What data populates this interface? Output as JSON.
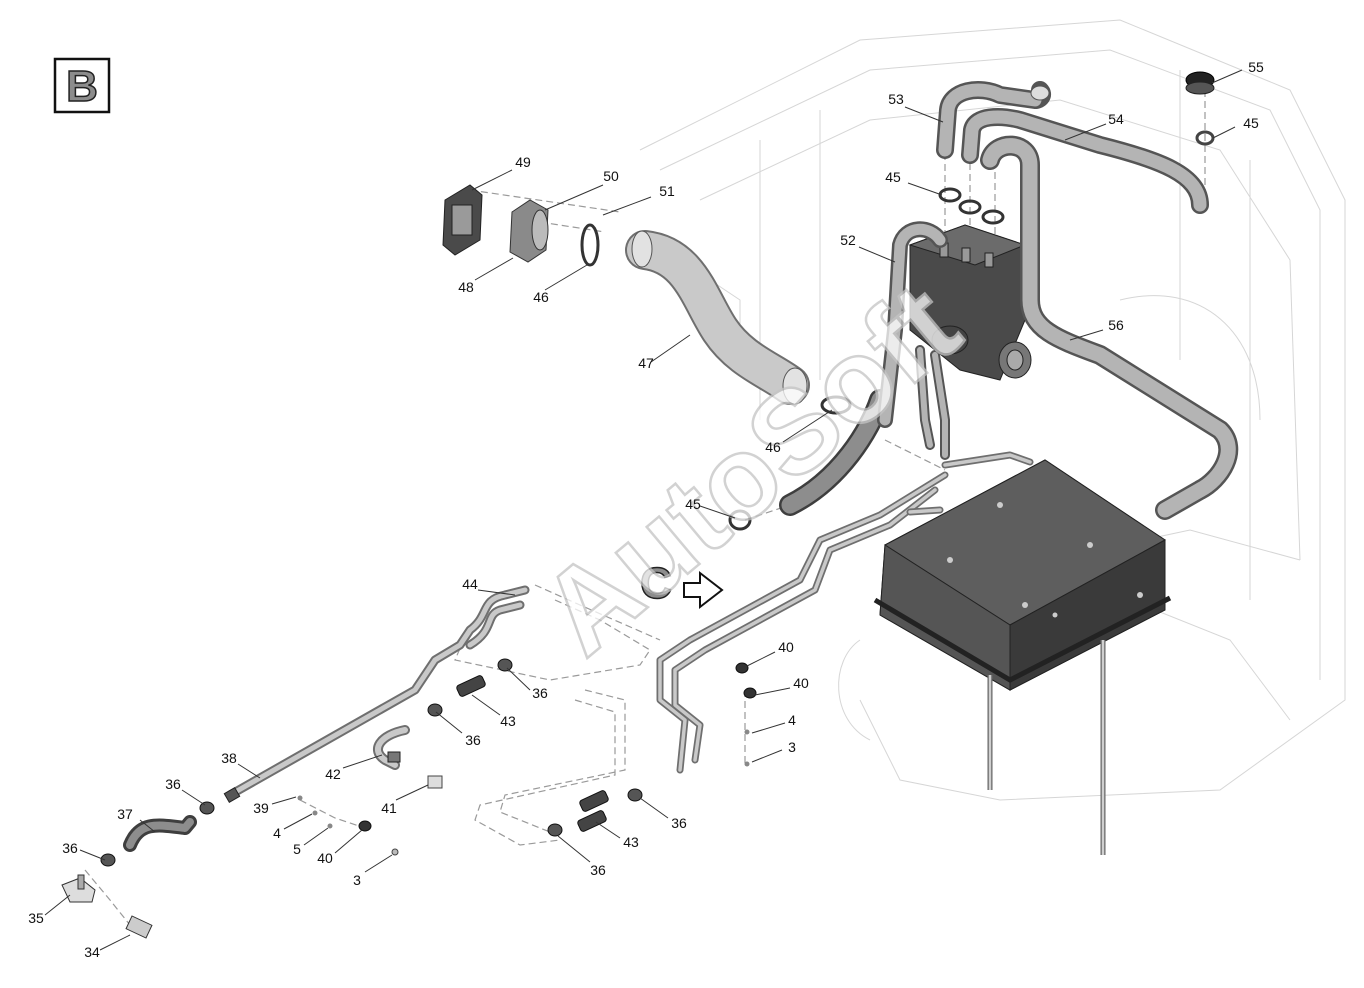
{
  "view_letter": "B",
  "view_reference": "C",
  "watermark": "AutoSoft",
  "callouts": {
    "c34": "34",
    "c35": "35",
    "c36a": "36",
    "c36b": "36",
    "c36c": "36",
    "c36d": "36",
    "c36e": "36",
    "c36f": "36",
    "c37": "37",
    "c38": "38",
    "c39": "39",
    "c4a": "4",
    "c5": "5",
    "c40a": "40",
    "c3a": "3",
    "c41": "41",
    "c42": "42",
    "c43a": "43",
    "c43b": "43",
    "c44": "44",
    "c45a": "45",
    "c46a": "46",
    "c47": "47",
    "c48": "48",
    "c49": "49",
    "c50": "50",
    "c51": "51",
    "c46b": "46",
    "c52": "52",
    "c53": "53",
    "c54": "54",
    "c45b": "45",
    "c45c": "45",
    "c55": "55",
    "c56": "56",
    "c40b": "40",
    "c40c": "40",
    "c4b": "4",
    "c3b": "3"
  },
  "colors": {
    "linework": "#333333",
    "heater_box": "#4a4a4a",
    "tube": "#9a9a9a",
    "watermark_outline": "#c4c4c4"
  },
  "icons": {
    "view_marker": "letter-box-icon",
    "direction": "hollow-right-arrow-icon"
  }
}
